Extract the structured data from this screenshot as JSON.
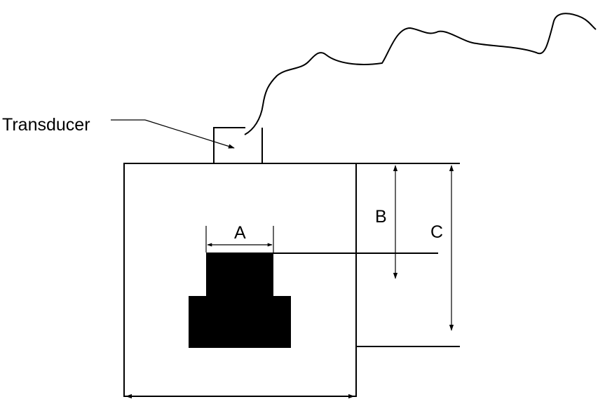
{
  "labels": {
    "transducer": "Transducer",
    "dimension_a": "A",
    "dimension_b": "B",
    "dimension_c": "C"
  },
  "colors": {
    "ink": "#000000",
    "background": "#ffffff"
  }
}
